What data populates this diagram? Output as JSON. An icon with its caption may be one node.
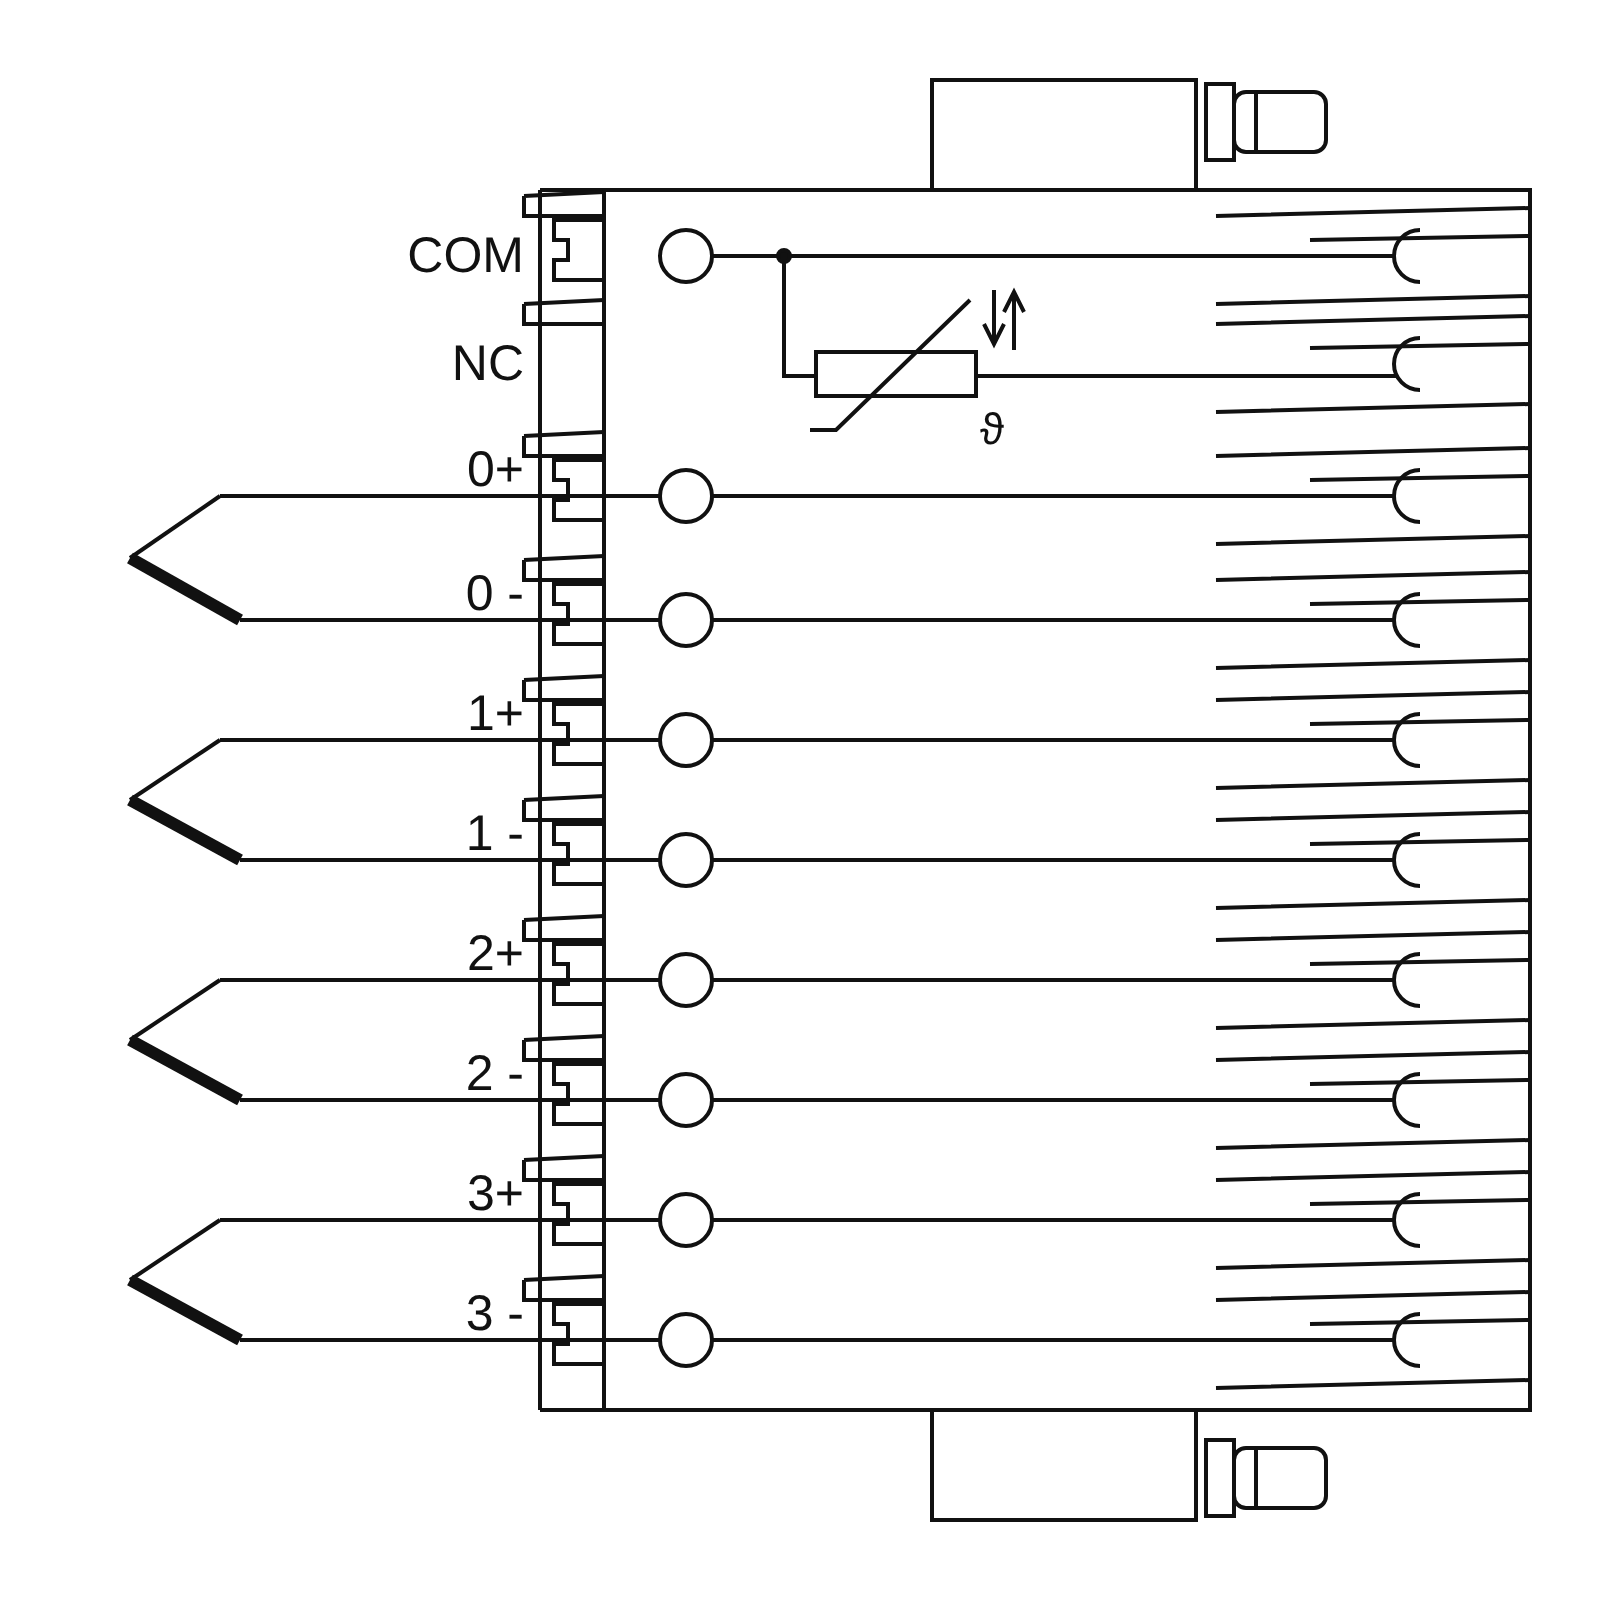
{
  "diagram": {
    "labels": [
      "COM",
      "NC",
      "0+",
      "0 -",
      "1+",
      "1 -",
      "2+",
      "2 -",
      "3+",
      "3 -",
      "ϑ"
    ]
  }
}
